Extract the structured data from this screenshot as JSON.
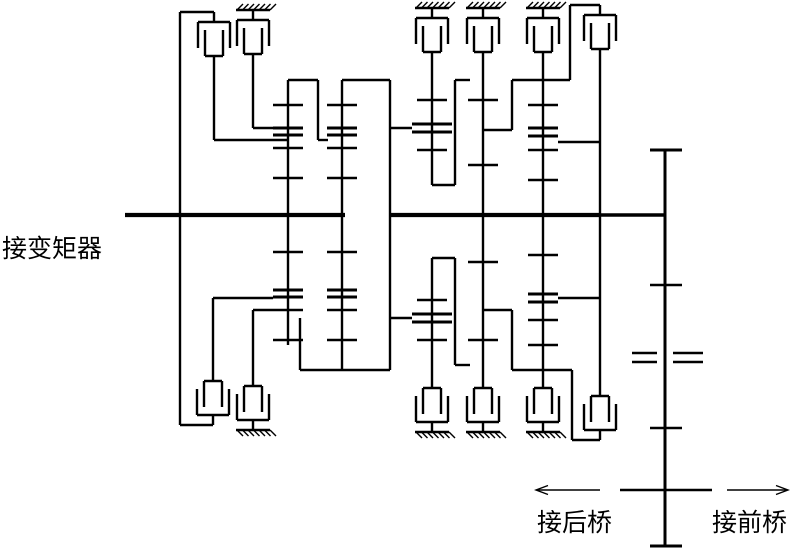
{
  "labels": {
    "torque_converter": "接变矩器",
    "rear_axle": "接后桥",
    "front_axle": "接前桥"
  },
  "arrows": {
    "rear_axle": "arrow-left-icon",
    "front_axle": "arrow-right-icon"
  },
  "colors": {
    "line": "#000000",
    "background": "#ffffff"
  }
}
